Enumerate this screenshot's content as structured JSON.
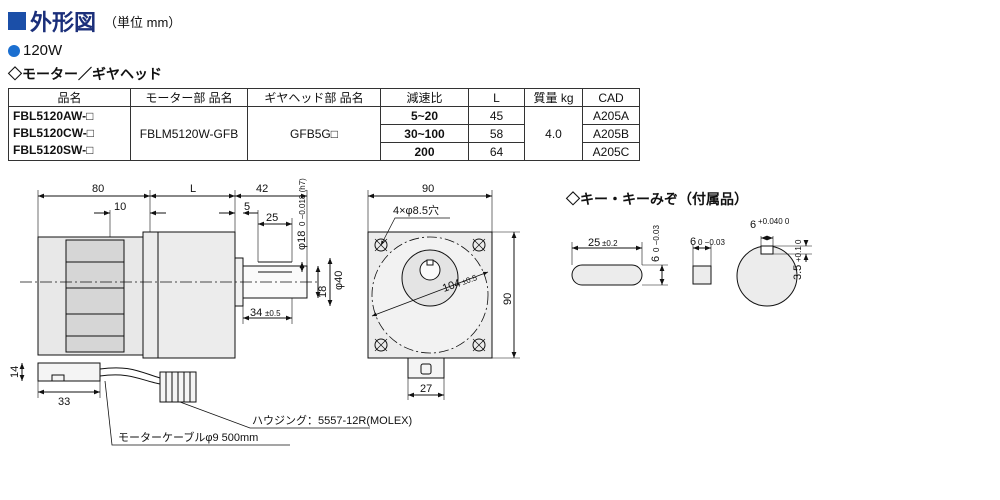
{
  "header": {
    "title": "外形図",
    "unit": "（単位 mm）"
  },
  "power": "120W",
  "section": "◇モーター／ギヤヘッド",
  "table": {
    "headers": [
      "品名",
      "モーター部 品名",
      "ギヤヘッド部 品名",
      "減速比",
      "L",
      "質量 kg",
      "CAD"
    ],
    "product_names": [
      "FBL5120AW-□",
      "FBL5120CW-□",
      "FBL5120SW-□"
    ],
    "motor_part": "FBLM5120W-GFB",
    "gear_part": "GFB5G□",
    "ratios": [
      "5~20",
      "30~100",
      "200"
    ],
    "L": [
      "45",
      "58",
      "64"
    ],
    "mass": "4.0",
    "cad": [
      "A205A",
      "A205B",
      "A205C"
    ]
  },
  "dims": {
    "d80": "80",
    "dL": "L",
    "d42": "42",
    "d10": "10",
    "d5": "5",
    "d25": "25",
    "shaft": "φ18",
    "shaft_tol": "0 −0.018 (h7)",
    "d40": "φ40",
    "d18": "18",
    "d34": "34",
    "d34_tol": "±0.5",
    "d14": "14",
    "d33": "33",
    "d90_top": "90",
    "holes": "4×φ8.5穴",
    "pcd": "104",
    "pcd_tol": "±0.5",
    "d90_side": "90",
    "d27": "27"
  },
  "callouts": {
    "housing": "ハウジング：5557-12R(MOLEX)",
    "cable": "モーターケーブルφ9 500mm"
  },
  "key": {
    "title": "◇キー・キーみぞ（付属品）",
    "len": "25",
    "len_tol": "±0.2",
    "h": "6",
    "h_tol": "0 −0.03",
    "w": "6",
    "w_tol": "0 −0.03",
    "groove_w": "6",
    "groove_tol": "+0.040 0",
    "depth": "3.5",
    "depth_tol": "+0.1 0"
  }
}
